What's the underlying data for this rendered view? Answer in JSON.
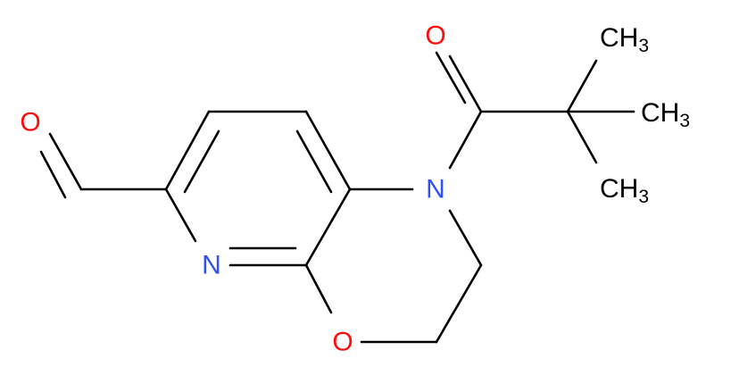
{
  "molecule": {
    "colors": {
      "bond": "#000000",
      "carbon_label": "#000000",
      "oxygen": "#ff0d0d",
      "nitrogen": "#3050f8"
    },
    "labels": {
      "aldehyde_oxygen": "O",
      "pyridine_nitrogen": "N",
      "ring_oxygen": "O",
      "amide_nitrogen": "N",
      "carbonyl_oxygen": "O",
      "methyl_top": {
        "main": "CH",
        "sub": "3"
      },
      "methyl_middle": {
        "main": "CH",
        "sub": "3"
      },
      "methyl_bottom": {
        "main": "CH",
        "sub": "3"
      }
    }
  }
}
